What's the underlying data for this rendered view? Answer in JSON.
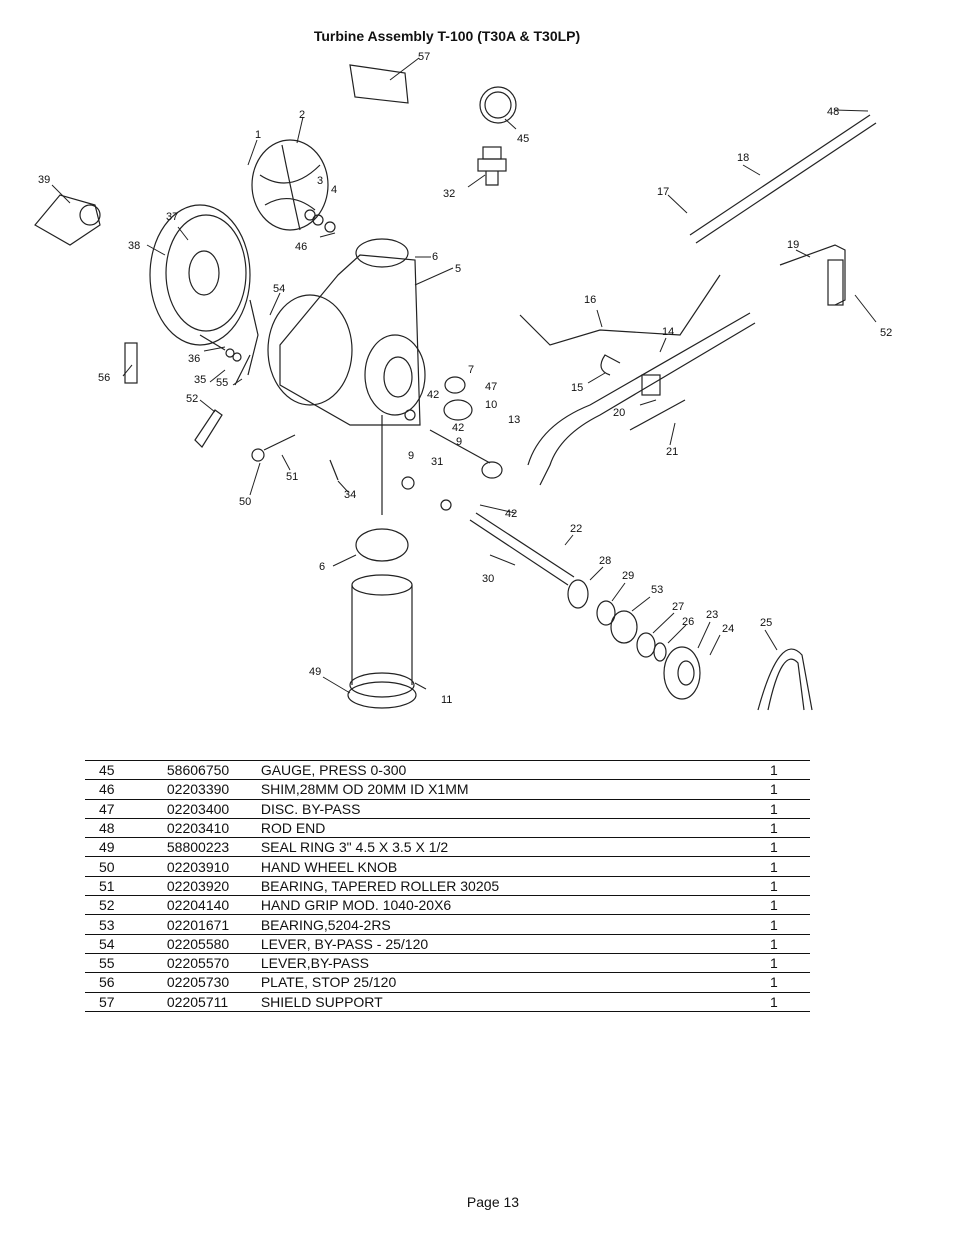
{
  "document": {
    "title": "Turbine Assembly T-100 (T30A & T30LP)",
    "page_label": "Page 13"
  },
  "diagram": {
    "callouts": [
      "1",
      "2",
      "3",
      "4",
      "5",
      "6",
      "6",
      "7",
      "9",
      "9",
      "10",
      "11",
      "13",
      "14",
      "15",
      "16",
      "17",
      "18",
      "19",
      "20",
      "21",
      "22",
      "23",
      "24",
      "25",
      "26",
      "27",
      "28",
      "29",
      "30",
      "31",
      "32",
      "34",
      "35",
      "36",
      "37",
      "38",
      "39",
      "42",
      "42",
      "42",
      "45",
      "46",
      "47",
      "48",
      "49",
      "50",
      "51",
      "52",
      "52",
      "53",
      "54",
      "55",
      "56",
      "57"
    ]
  },
  "parts_table": {
    "rows": [
      {
        "num": "45",
        "part": "58606750",
        "desc": "GAUGE, PRESS 0-300",
        "qty": "1"
      },
      {
        "num": "46",
        "part": "02203390",
        "desc": "SHIM,28MM OD 20MM ID X1MM",
        "qty": "1"
      },
      {
        "num": "47",
        "part": "02203400",
        "desc": "DISC. BY-PASS",
        "qty": "1"
      },
      {
        "num": "48",
        "part": "02203410",
        "desc": "ROD END",
        "qty": "1"
      },
      {
        "num": "49",
        "part": "58800223",
        "desc": "SEAL RING 3\"  4.5 X 3.5 X 1/2",
        "qty": "1"
      },
      {
        "num": "50",
        "part": "02203910",
        "desc": "HAND WHEEL KNOB",
        "qty": "1"
      },
      {
        "num": "51",
        "part": "02203920",
        "desc": "BEARING, TAPERED ROLLER 30205",
        "qty": "1"
      },
      {
        "num": "52",
        "part": "02204140",
        "desc": "HAND GRIP MOD. 1040-20X6",
        "qty": "1"
      },
      {
        "num": "53",
        "part": "02201671",
        "desc": "BEARING,5204-2RS",
        "qty": "1"
      },
      {
        "num": "54",
        "part": "02205580",
        "desc": "LEVER, BY-PASS - 25/120",
        "qty": "1"
      },
      {
        "num": "55",
        "part": "02205570",
        "desc": "LEVER,BY-PASS",
        "qty": "1"
      },
      {
        "num": "56",
        "part": "02205730",
        "desc": "PLATE, STOP 25/120",
        "qty": "1"
      },
      {
        "num": "57",
        "part": "02205711",
        "desc": "SHIELD SUPPORT",
        "qty": "1"
      }
    ]
  }
}
